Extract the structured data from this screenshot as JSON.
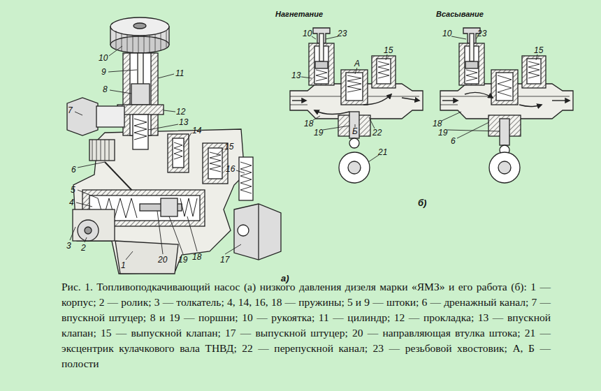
{
  "diagram": {
    "caption": "Рис. 1. Топливоподкачивающий насос (а) низкого давления дизеля марки «ЯМЗ» и его работа (б): 1 — корпус; 2 — ролик; 3 — толкатель; 4, 14, 16, 18 — пружины; 5 и 9 — штоки; 6 — дренажный канал; 7 — впускной штуцер; 8 и 19 — поршни; 10 — рукоятка; 11 — цилиндр; 12 — прокладка; 13 — впускной клапан; 15 — выпускной клапан; 17 — выпускной штуцер; 20 — направляющая втулка штока; 21 — эксцентрик кулачкового вала ТНВД; 22 — перепускной канал; 23 — резьбовой хвостовик; А, Б — полости",
    "labels": [
      "Нагнетание",
      "Всасывание",
      "10",
      "23",
      "А",
      "15",
      "13",
      "18",
      "19",
      "Б",
      "22",
      "21",
      "10",
      "23",
      "15",
      "18",
      "19",
      "6",
      "б)",
      "10",
      "9",
      "11",
      "8",
      "12",
      "13",
      "14",
      "7",
      "6",
      "15",
      "16",
      "5",
      "4",
      "3",
      "2",
      "1",
      "20",
      "19",
      "18",
      "17",
      "а)"
    ]
  }
}
